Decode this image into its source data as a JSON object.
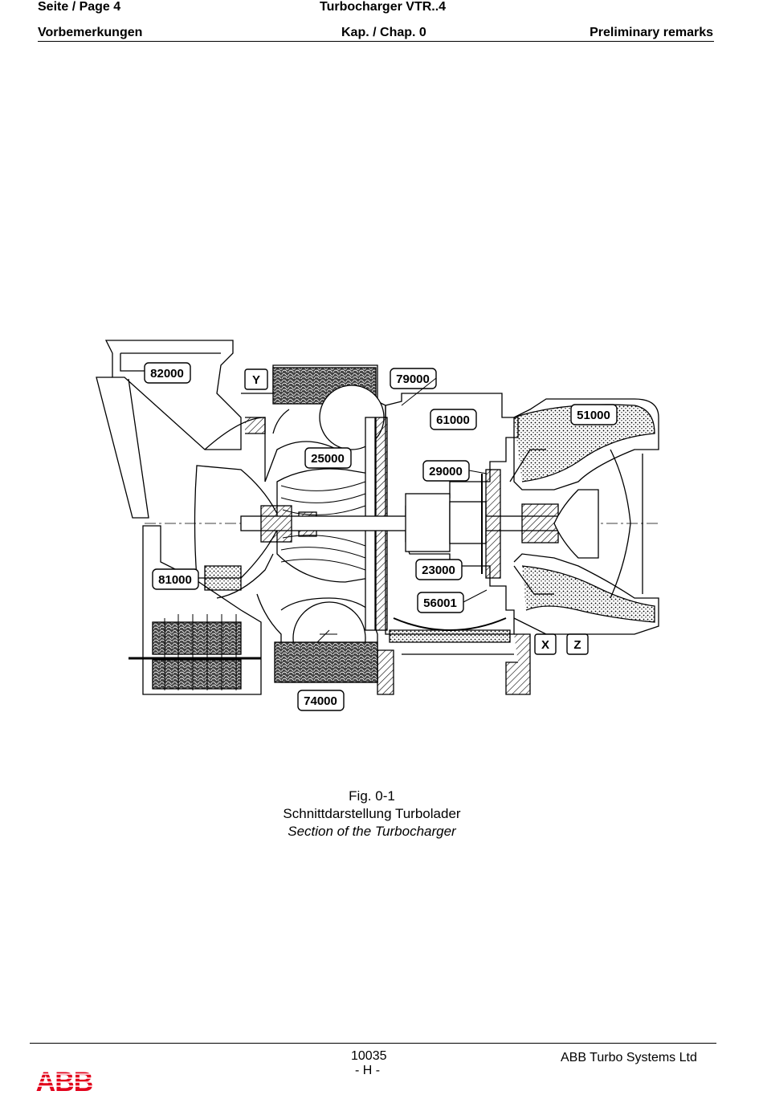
{
  "header": {
    "page": "Seite / Page  4",
    "title": "Turbocharger VTR..4",
    "section_de": "Vorbemerkungen",
    "chapter": "Kap. / Chap. 0",
    "section_en": "Preliminary remarks"
  },
  "figure": {
    "part_labels": [
      "82000",
      "Y",
      "79000",
      "61000",
      "51000",
      "25000",
      "29000",
      "81000",
      "23000",
      "56001",
      "X",
      "Z",
      "74000"
    ]
  },
  "caption": {
    "number": "Fig. 0-1",
    "title_de": "Schnittdarstellung Turbolader",
    "title_en": "Section of the Turbocharger"
  },
  "footer": {
    "doc_number": "10035",
    "revision": "- H -",
    "company": "ABB Turbo Systems Ltd",
    "logo_text": "ABB",
    "logo_color": "#e2001a"
  }
}
